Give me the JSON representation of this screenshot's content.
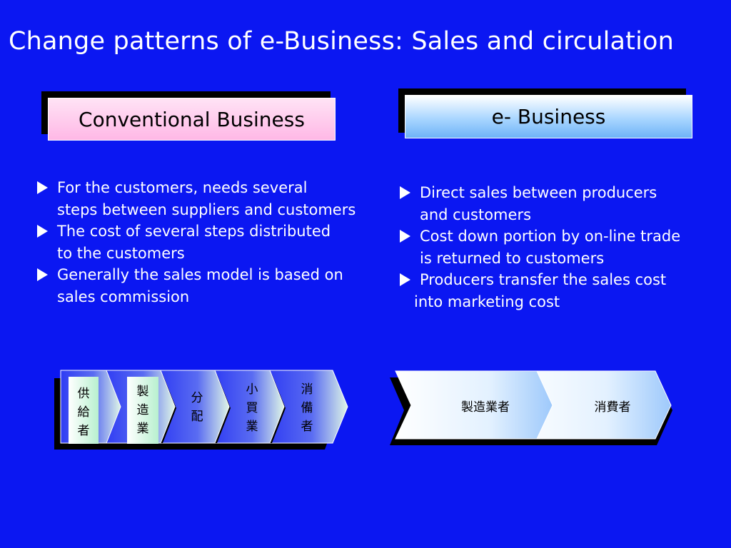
{
  "title": "Change patterns of e-Business: Sales  and circulation",
  "conventional": {
    "header": "Conventional Business",
    "bullets": [
      {
        "line1": "For the customers, needs several",
        "line2": "steps between suppliers and customers"
      },
      {
        "line1": "The cost of several steps distributed",
        "line2": "to the customers"
      },
      {
        "line1": "Generally the sales model is based on",
        "line2": "sales commission"
      }
    ],
    "chain": [
      {
        "label": "供給者"
      },
      {
        "label": "製造業"
      },
      {
        "label": "分配"
      },
      {
        "label": "小買業"
      },
      {
        "label": "消備者"
      }
    ]
  },
  "ebusiness": {
    "header": "e- Business",
    "bullets": [
      {
        "line1": "Direct sales between producers",
        "line2": "and customers"
      },
      {
        "line1": "Cost down portion by on-line trade",
        "line2": "is returned to customers"
      },
      {
        "line1": "Producers transfer the sales cost",
        "line2": "into marketing cost"
      }
    ],
    "chain": [
      {
        "label": "製造業者"
      },
      {
        "label": "消費者"
      }
    ]
  },
  "colors": {
    "background": "#0b17f2",
    "conventional_header": "#ffc4ec",
    "ebusiness_header": "#a9d6ff",
    "chevron_blue": "#3b47f0",
    "chevron_light": "#dff6e6",
    "ebiz_chevron": "#cfe6ff"
  }
}
